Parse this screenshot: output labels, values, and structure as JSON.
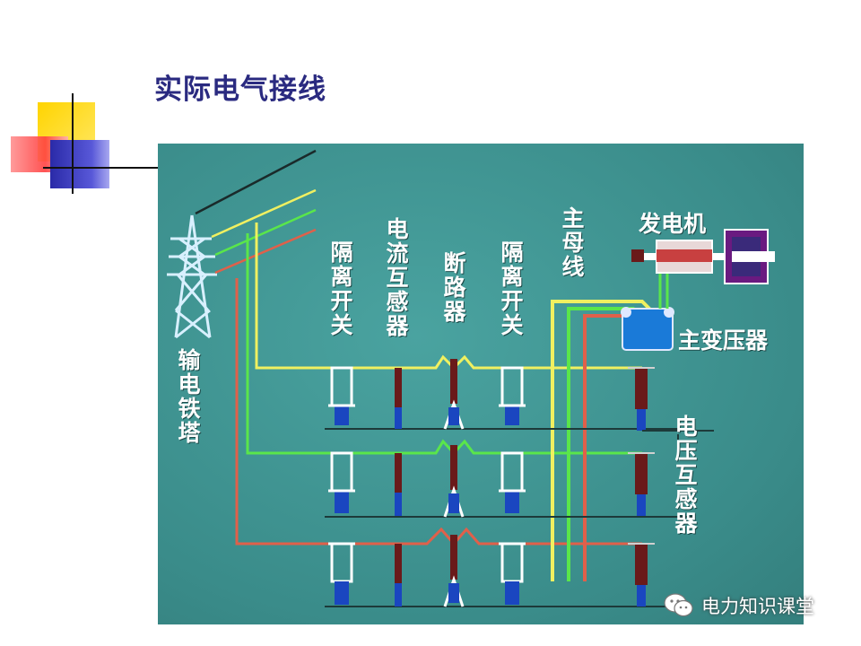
{
  "slide": {
    "title": "实际电气接线"
  },
  "labels": {
    "tower": "输电铁塔",
    "disconnector_left": "隔离开关",
    "current_transformer": "电流互感器",
    "breaker": "断路器",
    "disconnector_right": "隔离开关",
    "main_bus": "主母线",
    "generator": "发电机",
    "main_transformer": "主变压器",
    "voltage_transformer": "电压互感器"
  },
  "phase_colors": {
    "phase_a": "#f0f060",
    "phase_b": "#5ae64a",
    "phase_c": "#e0604a"
  },
  "icons": [
    "transmission-tower-icon",
    "generator-icon",
    "transformer-icon",
    "wechat-icon"
  ],
  "watermark": {
    "text": "电力知识课堂"
  }
}
